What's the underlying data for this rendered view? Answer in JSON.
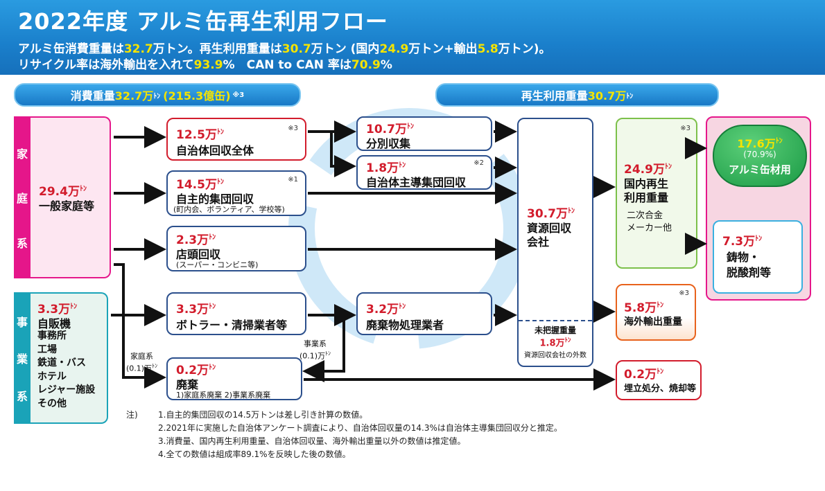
{
  "header": {
    "title": "2022年度 アルミ缶再生利用フロー",
    "line1": [
      {
        "t": "アルミ缶消費重量は",
        "y": false
      },
      {
        "t": "32.7",
        "y": true
      },
      {
        "t": "万トン。再生利用重量は",
        "y": false
      },
      {
        "t": "30.7",
        "y": true
      },
      {
        "t": "万トン (国内",
        "y": false
      },
      {
        "t": "24.9",
        "y": true
      },
      {
        "t": "万トン+輸出",
        "y": false
      },
      {
        "t": "5.8",
        "y": true
      },
      {
        "t": "万トン)。",
        "y": false
      }
    ],
    "line2": [
      {
        "t": "リサイクル率は海外輸出を入れて",
        "y": false
      },
      {
        "t": "93.9",
        "y": true
      },
      {
        "t": "%　CAN to CAN 率は",
        "y": false
      },
      {
        "t": "70.9",
        "y": true
      },
      {
        "t": "%",
        "y": false
      }
    ]
  },
  "pills": {
    "consumption": {
      "pre": "消費重量",
      "val": "32.7万",
      "unit": "ﾄﾝ",
      "paren": "(215.3億缶)",
      "mark": "※3"
    },
    "recycle": {
      "pre": "再生利用重量",
      "val": "30.7万",
      "unit": "ﾄﾝ"
    }
  },
  "unit": "ﾄﾝ",
  "side": {
    "household": [
      "家",
      "庭",
      "系"
    ],
    "business": [
      "事",
      "業",
      "系"
    ]
  },
  "nodes": {
    "household_source": {
      "amt": "29.4万",
      "label": "一般家庭等"
    },
    "business_source": {
      "amt": "3.3万",
      "label": "自販機",
      "items": [
        "事務所",
        "工場",
        "鉄道・バス",
        "ホテル",
        "レジャー施設",
        "その他"
      ]
    },
    "municipal": {
      "amt": "12.5万",
      "label": "自治体回収全体",
      "mark": "※3"
    },
    "group": {
      "amt": "14.5万",
      "label": "自主的集団回収",
      "sub": "(町内会、ボランティア、学校等)",
      "mark": "※1"
    },
    "store": {
      "amt": "2.3万",
      "label": "店頭回収",
      "sub": "(スーパー・コンビニ等)"
    },
    "bottler": {
      "amt": "3.3万",
      "label": "ボトラー・清掃業者等"
    },
    "waste": {
      "amt": "0.2万",
      "label": "廃棄",
      "sub": "1)家庭系廃棄 2)事業系廃棄"
    },
    "sorted": {
      "amt": "10.7万",
      "label": "分別収集"
    },
    "muni_group": {
      "amt": "1.8万",
      "label": "自治体主導集団回収",
      "mark": "※2"
    },
    "waste_proc": {
      "amt": "3.2万",
      "label": "廃棄物処理業者"
    },
    "resource": {
      "amt": "30.7万",
      "label1": "資源回収",
      "label2": "会社",
      "unknown": "未把握重量",
      "unknown_amt": "1.8万",
      "unknown_sub": "資源回収会社の外数"
    },
    "domestic": {
      "amt": "24.9万",
      "label1": "国内再生",
      "label2": "利用重量",
      "paren1": "二次合金",
      "paren2": "メーカー他",
      "mark": "※3"
    },
    "can_material": {
      "amt": "17.6万",
      "pct": "(70.9%)",
      "label": "アルミ缶材用"
    },
    "casting": {
      "amt": "7.3万",
      "label1": "鋳物・",
      "label2": "脱酸剤等"
    },
    "export": {
      "amt": "5.8万",
      "label": "海外輸出重量",
      "mark": "※3"
    },
    "landfill": {
      "amt": "0.2万",
      "label": "埋立処分、焼却等"
    }
  },
  "flow_labels": {
    "household_waste": [
      "家庭系",
      "(0.1)万",
      "ﾄﾝ"
    ],
    "business_waste": [
      "事業系",
      "(0.1)万",
      "ﾄﾝ"
    ]
  },
  "footnotes": {
    "head": "注)",
    "items": [
      "1.自主的集団回収の14.5万トンは差し引き計算の数値。",
      "2.2021年に実施した自治体アンケート調査により、自治体回収量の14.3%は自治体主導集団回収分と推定。",
      "3.消費量、国内再生利用重量、自治体回収量、海外輸出重量以外の数値は推定値。",
      "4.全ての数値は組成率89.1%を反映した後の数値。"
    ]
  },
  "colors": {
    "header": "#1a7fcb",
    "accent_yellow": "#f5e400",
    "household": "#e5168a",
    "business": "#1aa3b8",
    "amount": "#d21c2c",
    "box_border": "#2b4f8c"
  }
}
